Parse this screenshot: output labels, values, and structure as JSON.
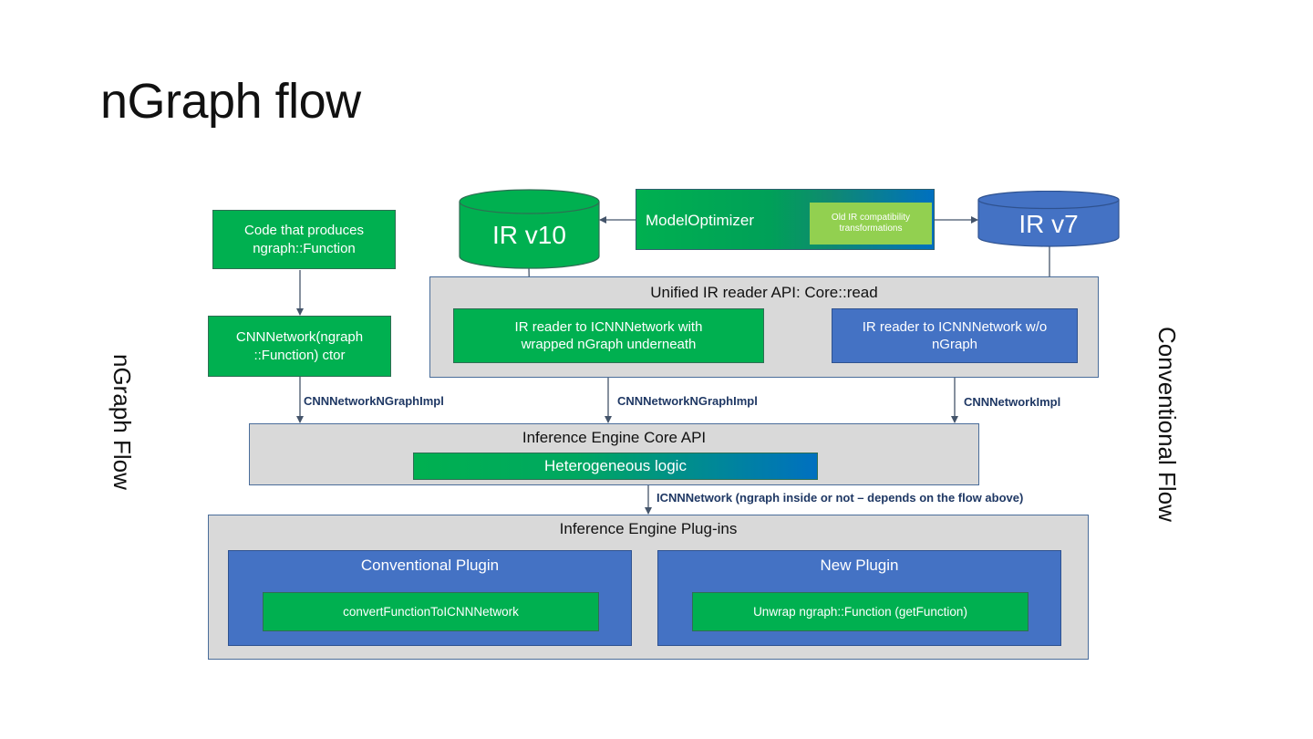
{
  "slide": {
    "title": "nGraph flow",
    "side_labels": {
      "left": "nGraph Flow",
      "right": "Conventional Flow"
    }
  },
  "nodes": {
    "code_producer": "Code that produces ngraph::Function",
    "cnn_ctor": "CNNNetwork(ngraph ::Function) ctor",
    "ir_v10": "IR v10",
    "ir_v7": "IR v7",
    "model_optimizer": "ModelOptimizer",
    "old_ir_transform": "Old IR compatibility transformations",
    "unified_reader": {
      "title": "Unified IR reader API: Core::read",
      "reader_ngraph": "IR reader to ICNNNetwork with wrapped nGraph underneath",
      "reader_conventional": "IR reader to ICNNNetwork w/o nGraph"
    },
    "core_api": {
      "title": "Inference Engine Core API",
      "hetero": "Heterogeneous logic"
    },
    "plugins": {
      "title": "Inference Engine Plug-ins",
      "conventional": {
        "title": "Conventional Plugin",
        "inner": "convertFunctionToICNNNetwork"
      },
      "new": {
        "title": "New Plugin",
        "inner": "Unwrap ngraph::Function (getFunction)"
      }
    }
  },
  "edge_labels": {
    "ctor_to_core": "CNNNetworkNGraphImpl",
    "reader_ngraph_to_core": "CNNNetworkNGraphImpl",
    "reader_conv_to_core": "CNNNetworkImpl",
    "core_to_plugins": "ICNNNetwork (ngraph inside or not – depends on the flow above)"
  },
  "colors": {
    "green": "#00b050",
    "blue": "#4472c4",
    "light_green": "#92d050",
    "grey_panel": "#d9d9d9",
    "label_navy": "#1f3864",
    "gradient_end": "#0070c0"
  }
}
